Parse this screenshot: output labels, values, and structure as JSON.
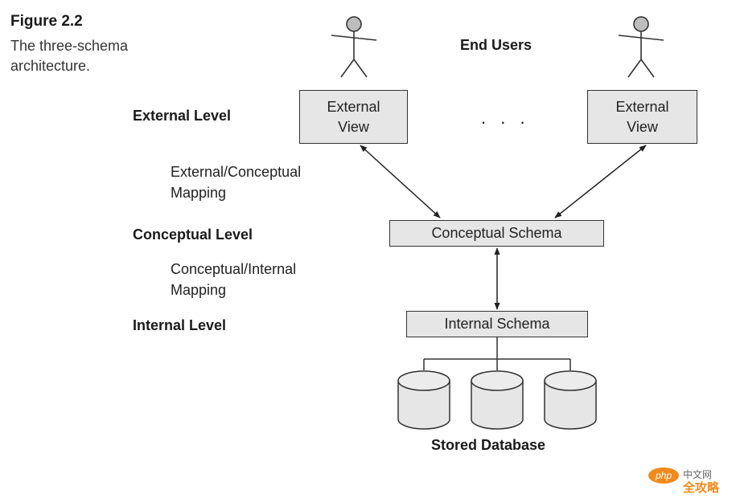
{
  "figure": {
    "number": "Figure 2.2",
    "caption": "The three-schema architecture."
  },
  "labels": {
    "end_users": "End Users",
    "external_level": "External Level",
    "external_conceptual_mapping": "External/Conceptual Mapping",
    "conceptual_level": "Conceptual Level",
    "conceptual_internal_mapping": "Conceptual/Internal Mapping",
    "internal_level": "Internal Level",
    "stored_database": "Stored Database",
    "ellipsis": ". . ."
  },
  "boxes": {
    "external_view_left": "External View",
    "external_view_right": "External View",
    "conceptual_schema": "Conceptual Schema",
    "internal_schema": "Internal Schema"
  },
  "watermark": {
    "brand": "php",
    "text": "中文网",
    "overlay": "全攻略"
  },
  "colors": {
    "box_fill": "#e6e6e6",
    "stroke": "#333333",
    "watermark_orange": "#f08a1c"
  }
}
